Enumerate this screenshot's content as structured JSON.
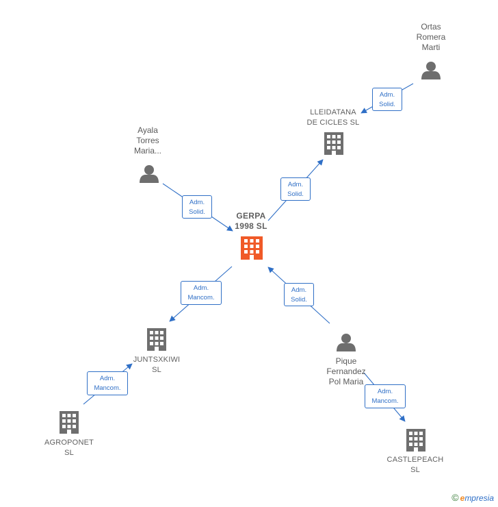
{
  "nodes": {
    "center": {
      "label": "GERPA\n1998  SL",
      "kind": "company-main"
    },
    "lleidatana": {
      "label": "LLEIDATANA\nDE CICLES  SL",
      "kind": "company"
    },
    "juntsxkiwi": {
      "label": "JUNTSXKIWI\nSL",
      "kind": "company"
    },
    "agroponet": {
      "label": "AGROPONET\nSL",
      "kind": "company"
    },
    "castlepeach": {
      "label": "CASTLEPEACH\nSL",
      "kind": "company"
    },
    "ortas": {
      "label": "Ortas\nRomera\nMarti",
      "kind": "person"
    },
    "ayala": {
      "label": "Ayala\nTorres\nMaria...",
      "kind": "person"
    },
    "pique": {
      "label": "Pique\nFernandez\nPol Maria",
      "kind": "person"
    }
  },
  "edges": {
    "e1": {
      "line1": "Adm.",
      "line2": "Solid."
    },
    "e2": {
      "line1": "Adm.",
      "line2": "Solid."
    },
    "e3": {
      "line1": "Adm.",
      "line2": "Solid."
    },
    "e4": {
      "line1": "Adm.",
      "line2": "Solid."
    },
    "e5": {
      "line1": "Adm.",
      "line2": "Mancom."
    },
    "e6": {
      "line1": "Adm.",
      "line2": "Mancom."
    },
    "e7": {
      "line1": "Adm.",
      "line2": "Mancom."
    }
  },
  "brand": {
    "copyright": "©",
    "first": "e",
    "rest": "mpresia"
  },
  "colors": {
    "edge": "#2f6fc6",
    "icon": "#6e6e6e",
    "main_company": "#f05a28"
  }
}
